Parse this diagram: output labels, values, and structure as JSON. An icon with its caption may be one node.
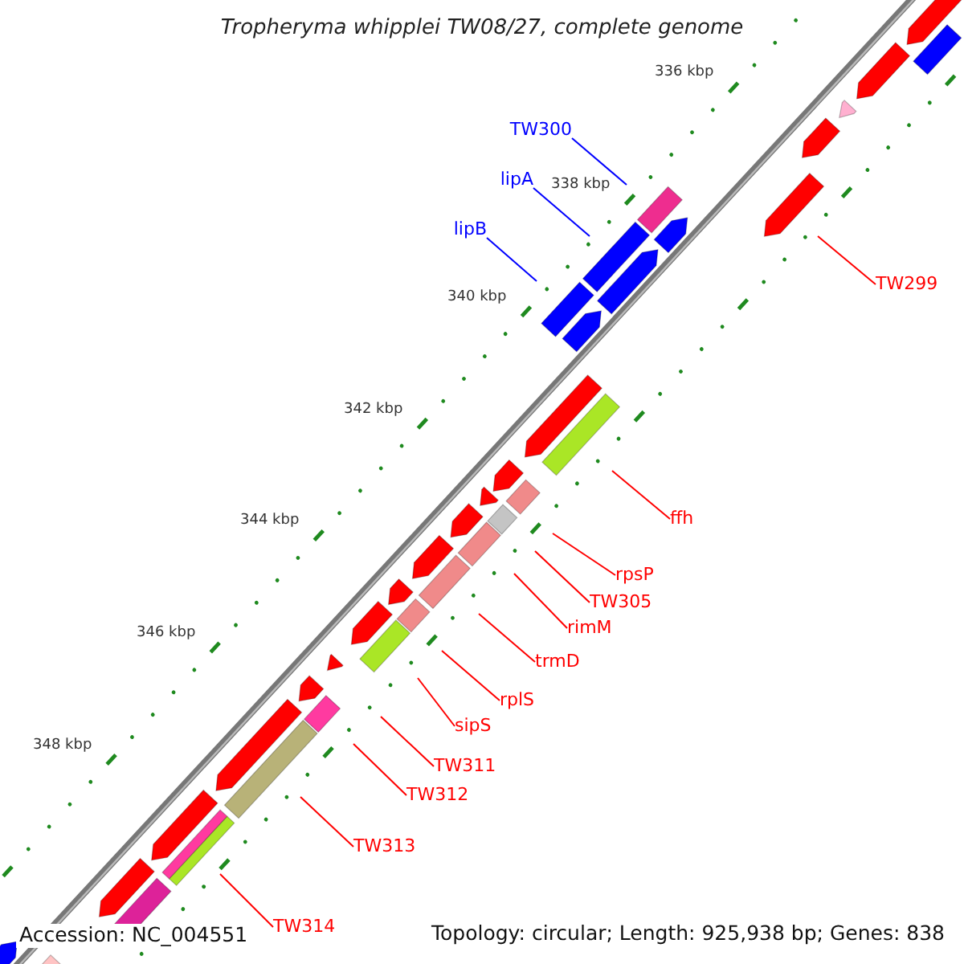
{
  "diagram": {
    "title": "Tropheryma whipplei TW08/27, complete genome",
    "nodes": [
      {
        "text": [
          "TW300"
        ]
      },
      {
        "text": [
          "lipA"
        ]
      },
      {
        "text": [
          "lipB"
        ]
      },
      {
        "text": [
          "TW299"
        ]
      },
      {
        "text": [
          "ffh"
        ]
      },
      {
        "text": [
          "rpsP"
        ]
      },
      {
        "text": [
          "TW305"
        ]
      },
      {
        "text": [
          "rimM"
        ]
      },
      {
        "text": [
          "trmD"
        ]
      },
      {
        "text": [
          "rplS"
        ]
      },
      {
        "text": [
          "sipS"
        ]
      },
      {
        "text": [
          "TW311"
        ]
      },
      {
        "text": [
          "TW312"
        ]
      },
      {
        "text": [
          "TW313"
        ]
      },
      {
        "text": [
          "TW314"
        ]
      }
    ],
    "edges": [
      {
        "from": 0,
        "to": null,
        "arrow": "none",
        "color": "#0000ff"
      },
      {
        "from": 1,
        "to": null,
        "arrow": "none",
        "color": "#0000ff"
      },
      {
        "from": 2,
        "to": null,
        "arrow": "none",
        "color": "#0000ff"
      },
      {
        "from": 3,
        "to": null,
        "arrow": "none"
      },
      {
        "from": 4,
        "to": null,
        "arrow": "none"
      },
      {
        "from": 5,
        "to": null,
        "arrow": "none"
      },
      {
        "from": 6,
        "to": null,
        "arrow": "none"
      },
      {
        "from": 7,
        "to": null,
        "arrow": "none"
      },
      {
        "from": 8,
        "to": null,
        "arrow": "none"
      },
      {
        "from": 9,
        "to": null,
        "arrow": "none"
      },
      {
        "from": 10,
        "to": null,
        "arrow": "none"
      },
      {
        "from": 11,
        "to": null,
        "arrow": "none"
      },
      {
        "from": 12,
        "to": null,
        "arrow": "none"
      },
      {
        "from": 13,
        "to": null,
        "arrow": "none"
      },
      {
        "from": 14,
        "to": null,
        "arrow": "none"
      }
    ],
    "labels": [
      "336 kbp",
      "338 kbp",
      "340 kbp",
      "342 kbp",
      "344 kbp",
      "346 kbp",
      "348 kbp",
      "Accession: NC_004551",
      "Topology: circular; Length: 925,938 bp; Genes: 838"
    ]
  }
}
